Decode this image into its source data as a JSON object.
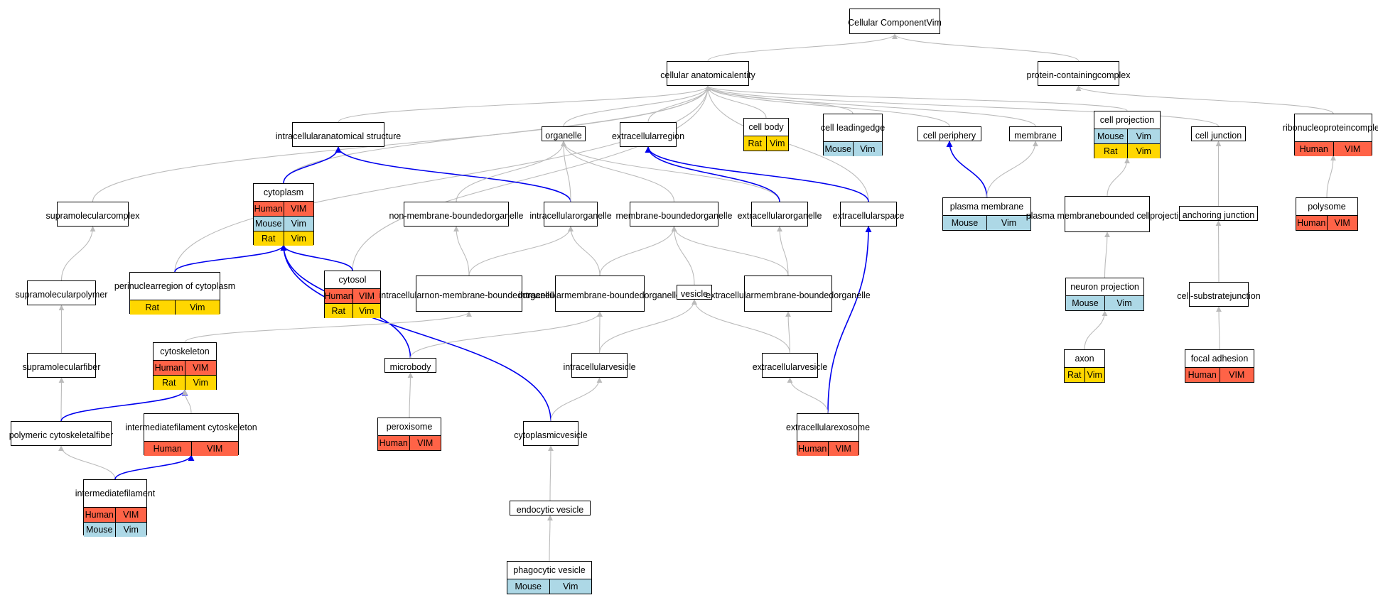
{
  "colors": {
    "human": "#FF6347",
    "mouse": "#ADD8E6",
    "rat": "#FFD700",
    "edge_gray": "#BBBBBB",
    "edge_blue": "#0000EE"
  },
  "nodes": [
    {
      "id": "cc",
      "lines": [
        "Cellular Component",
        "Vim"
      ],
      "annotations": []
    },
    {
      "id": "cae",
      "lines": [
        "cellular anatomical",
        "entity"
      ],
      "annotations": []
    },
    {
      "id": "pcc",
      "lines": [
        "protein-containing",
        "complex"
      ],
      "annotations": []
    },
    {
      "id": "ias",
      "lines": [
        "intracellular",
        "anatomical structure"
      ],
      "annotations": []
    },
    {
      "id": "org",
      "lines": [
        "organelle"
      ],
      "annotations": []
    },
    {
      "id": "exr",
      "lines": [
        "extracellular",
        "region"
      ],
      "annotations": []
    },
    {
      "id": "cb",
      "lines": [
        "cell body"
      ],
      "annotations": [
        {
          "species": "Rat",
          "gene": "Vim",
          "color": "rat"
        }
      ]
    },
    {
      "id": "cle",
      "lines": [
        "cell leading",
        "edge"
      ],
      "annotations": [
        {
          "species": "Mouse",
          "gene": "Vim",
          "color": "mouse"
        }
      ]
    },
    {
      "id": "cper",
      "lines": [
        "cell periphery"
      ],
      "annotations": []
    },
    {
      "id": "mem",
      "lines": [
        "membrane"
      ],
      "annotations": []
    },
    {
      "id": "cproj",
      "lines": [
        "cell projection"
      ],
      "annotations": [
        {
          "species": "Mouse",
          "gene": "Vim",
          "color": "mouse"
        },
        {
          "species": "Rat",
          "gene": "Vim",
          "color": "rat"
        }
      ]
    },
    {
      "id": "cj",
      "lines": [
        "cell junction"
      ],
      "annotations": []
    },
    {
      "id": "rnp",
      "lines": [
        "ribonucleoprotein",
        "complex"
      ],
      "annotations": [
        {
          "species": "Human",
          "gene": "VIM",
          "color": "human"
        }
      ]
    },
    {
      "id": "cyto",
      "lines": [
        "cytoplasm"
      ],
      "annotations": [
        {
          "species": "Human",
          "gene": "VIM",
          "color": "human"
        },
        {
          "species": "Mouse",
          "gene": "Vim",
          "color": "mouse"
        },
        {
          "species": "Rat",
          "gene": "Vim",
          "color": "rat"
        }
      ]
    },
    {
      "id": "supc",
      "lines": [
        "supramolecular",
        "complex"
      ],
      "annotations": []
    },
    {
      "id": "nmbo",
      "lines": [
        "non-membrane-bounded",
        "organelle"
      ],
      "annotations": []
    },
    {
      "id": "io",
      "lines": [
        "intracellular",
        "organelle"
      ],
      "annotations": []
    },
    {
      "id": "mbo",
      "lines": [
        "membrane-bounded",
        "organelle"
      ],
      "annotations": []
    },
    {
      "id": "eo",
      "lines": [
        "extracellular",
        "organelle"
      ],
      "annotations": []
    },
    {
      "id": "exs",
      "lines": [
        "extracellular",
        "space"
      ],
      "annotations": []
    },
    {
      "id": "pm",
      "lines": [
        "plasma membrane"
      ],
      "annotations": [
        {
          "species": "Mouse",
          "gene": "Vim",
          "color": "mouse"
        }
      ]
    },
    {
      "id": "pmbcp",
      "lines": [
        "plasma membrane",
        "bounded cell",
        "projection"
      ],
      "annotations": []
    },
    {
      "id": "aj",
      "lines": [
        "anchoring junction"
      ],
      "annotations": []
    },
    {
      "id": "poly",
      "lines": [
        "polysome"
      ],
      "annotations": [
        {
          "species": "Human",
          "gene": "VIM",
          "color": "human"
        }
      ]
    },
    {
      "id": "supp",
      "lines": [
        "supramolecular",
        "polymer"
      ],
      "annotations": []
    },
    {
      "id": "prc",
      "lines": [
        "perinuclear",
        "region of cytoplasm"
      ],
      "annotations": [
        {
          "species": "Rat",
          "gene": "Vim",
          "color": "rat"
        }
      ]
    },
    {
      "id": "cytosol",
      "lines": [
        "cytosol"
      ],
      "annotations": [
        {
          "species": "Human",
          "gene": "VIM",
          "color": "human"
        },
        {
          "species": "Rat",
          "gene": "Vim",
          "color": "rat"
        }
      ]
    },
    {
      "id": "inmbo",
      "lines": [
        "intracellular",
        "non-membrane-bounded",
        "organelle"
      ],
      "annotations": []
    },
    {
      "id": "imbo",
      "lines": [
        "intracellular",
        "membrane-bounded",
        "organelle"
      ],
      "annotations": []
    },
    {
      "id": "ves",
      "lines": [
        "vesicle"
      ],
      "annotations": []
    },
    {
      "id": "embo",
      "lines": [
        "extracellular",
        "membrane-bounded",
        "organelle"
      ],
      "annotations": []
    },
    {
      "id": "np",
      "lines": [
        "neuron projection"
      ],
      "annotations": [
        {
          "species": "Mouse",
          "gene": "Vim",
          "color": "mouse"
        }
      ]
    },
    {
      "id": "csj",
      "lines": [
        "cell-substrate",
        "junction"
      ],
      "annotations": []
    },
    {
      "id": "cytosk",
      "lines": [
        "cytoskeleton"
      ],
      "annotations": [
        {
          "species": "Human",
          "gene": "VIM",
          "color": "human"
        },
        {
          "species": "Rat",
          "gene": "Vim",
          "color": "rat"
        }
      ]
    },
    {
      "id": "supf",
      "lines": [
        "supramolecular",
        "fiber"
      ],
      "annotations": []
    },
    {
      "id": "mb",
      "lines": [
        "microbody"
      ],
      "annotations": []
    },
    {
      "id": "iv",
      "lines": [
        "intracellular",
        "vesicle"
      ],
      "annotations": []
    },
    {
      "id": "ev",
      "lines": [
        "extracellular",
        "vesicle"
      ],
      "annotations": []
    },
    {
      "id": "axon",
      "lines": [
        "axon"
      ],
      "annotations": [
        {
          "species": "Rat",
          "gene": "Vim",
          "color": "rat"
        }
      ]
    },
    {
      "id": "fa",
      "lines": [
        "focal adhesion"
      ],
      "annotations": [
        {
          "species": "Human",
          "gene": "VIM",
          "color": "human"
        }
      ]
    },
    {
      "id": "pcf",
      "lines": [
        "polymeric cytoskeletal",
        "fiber"
      ],
      "annotations": []
    },
    {
      "id": "ifc",
      "lines": [
        "intermediate",
        "filament cytoskeleton"
      ],
      "annotations": [
        {
          "species": "Human",
          "gene": "VIM",
          "color": "human"
        }
      ]
    },
    {
      "id": "perox",
      "lines": [
        "peroxisome"
      ],
      "annotations": [
        {
          "species": "Human",
          "gene": "VIM",
          "color": "human"
        }
      ]
    },
    {
      "id": "cv",
      "lines": [
        "cytoplasmic",
        "vesicle"
      ],
      "annotations": []
    },
    {
      "id": "exo",
      "lines": [
        "extracellular",
        "exosome"
      ],
      "annotations": [
        {
          "species": "Human",
          "gene": "VIM",
          "color": "human"
        }
      ]
    },
    {
      "id": "if",
      "lines": [
        "intermediate",
        "filament"
      ],
      "annotations": [
        {
          "species": "Human",
          "gene": "VIM",
          "color": "human"
        },
        {
          "species": "Mouse",
          "gene": "Vim",
          "color": "mouse"
        }
      ]
    },
    {
      "id": "endo",
      "lines": [
        "endocytic vesicle"
      ],
      "annotations": []
    },
    {
      "id": "phago",
      "lines": [
        "phagocytic vesicle"
      ],
      "annotations": [
        {
          "species": "Mouse",
          "gene": "Vim",
          "color": "mouse"
        }
      ]
    }
  ],
  "edges": [
    {
      "from": "cae",
      "to": "cc",
      "kind": "is_a"
    },
    {
      "from": "pcc",
      "to": "cc",
      "kind": "is_a"
    },
    {
      "from": "ias",
      "to": "cae",
      "kind": "is_a"
    },
    {
      "from": "org",
      "to": "cae",
      "kind": "is_a"
    },
    {
      "from": "exr",
      "to": "cae",
      "kind": "is_a"
    },
    {
      "from": "cb",
      "to": "cae",
      "kind": "is_a"
    },
    {
      "from": "cle",
      "to": "cae",
      "kind": "is_a"
    },
    {
      "from": "cper",
      "to": "cae",
      "kind": "is_a"
    },
    {
      "from": "mem",
      "to": "cae",
      "kind": "is_a"
    },
    {
      "from": "cproj",
      "to": "cae",
      "kind": "is_a"
    },
    {
      "from": "cj",
      "to": "cae",
      "kind": "is_a"
    },
    {
      "from": "cyto",
      "to": "cae",
      "kind": "is_a"
    },
    {
      "from": "supc",
      "to": "cae",
      "kind": "is_a"
    },
    {
      "from": "prc",
      "to": "cae",
      "kind": "is_a"
    },
    {
      "from": "cytosol",
      "to": "cae",
      "kind": "is_a"
    },
    {
      "from": "exs",
      "to": "cae",
      "kind": "is_a"
    },
    {
      "from": "rnp",
      "to": "pcc",
      "kind": "is_a"
    },
    {
      "from": "cyto",
      "to": "ias",
      "kind": "part_of"
    },
    {
      "from": "io",
      "to": "ias",
      "kind": "part_of"
    },
    {
      "from": "nmbo",
      "to": "org",
      "kind": "is_a"
    },
    {
      "from": "io",
      "to": "org",
      "kind": "is_a"
    },
    {
      "from": "mbo",
      "to": "org",
      "kind": "is_a"
    },
    {
      "from": "eo",
      "to": "org",
      "kind": "is_a"
    },
    {
      "from": "eo",
      "to": "exr",
      "kind": "part_of"
    },
    {
      "from": "exs",
      "to": "exr",
      "kind": "part_of"
    },
    {
      "from": "pm",
      "to": "cper",
      "kind": "part_of"
    },
    {
      "from": "pm",
      "to": "mem",
      "kind": "is_a"
    },
    {
      "from": "pmbcp",
      "to": "cproj",
      "kind": "is_a"
    },
    {
      "from": "aj",
      "to": "cj",
      "kind": "is_a"
    },
    {
      "from": "poly",
      "to": "rnp",
      "kind": "is_a"
    },
    {
      "from": "supp",
      "to": "supc",
      "kind": "is_a"
    },
    {
      "from": "prc",
      "to": "cyto",
      "kind": "part_of"
    },
    {
      "from": "cytosol",
      "to": "cyto",
      "kind": "part_of"
    },
    {
      "from": "mb",
      "to": "cyto",
      "kind": "part_of"
    },
    {
      "from": "cv",
      "to": "cyto",
      "kind": "part_of"
    },
    {
      "from": "inmbo",
      "to": "nmbo",
      "kind": "is_a"
    },
    {
      "from": "inmbo",
      "to": "io",
      "kind": "is_a"
    },
    {
      "from": "imbo",
      "to": "io",
      "kind": "is_a"
    },
    {
      "from": "imbo",
      "to": "mbo",
      "kind": "is_a"
    },
    {
      "from": "ves",
      "to": "mbo",
      "kind": "is_a"
    },
    {
      "from": "embo",
      "to": "mbo",
      "kind": "is_a"
    },
    {
      "from": "embo",
      "to": "eo",
      "kind": "is_a"
    },
    {
      "from": "exo",
      "to": "exs",
      "kind": "part_of"
    },
    {
      "from": "np",
      "to": "pmbcp",
      "kind": "is_a"
    },
    {
      "from": "csj",
      "to": "aj",
      "kind": "is_a"
    },
    {
      "from": "supf",
      "to": "supp",
      "kind": "is_a"
    },
    {
      "from": "cytosk",
      "to": "inmbo",
      "kind": "is_a"
    },
    {
      "from": "mb",
      "to": "imbo",
      "kind": "is_a"
    },
    {
      "from": "iv",
      "to": "imbo",
      "kind": "is_a"
    },
    {
      "from": "iv",
      "to": "ves",
      "kind": "is_a"
    },
    {
      "from": "ev",
      "to": "ves",
      "kind": "is_a"
    },
    {
      "from": "ev",
      "to": "embo",
      "kind": "is_a"
    },
    {
      "from": "axon",
      "to": "np",
      "kind": "is_a"
    },
    {
      "from": "fa",
      "to": "csj",
      "kind": "is_a"
    },
    {
      "from": "pcf",
      "to": "supf",
      "kind": "is_a"
    },
    {
      "from": "pcf",
      "to": "cytosk",
      "kind": "part_of"
    },
    {
      "from": "ifc",
      "to": "cytosk",
      "kind": "is_a"
    },
    {
      "from": "perox",
      "to": "mb",
      "kind": "is_a"
    },
    {
      "from": "cv",
      "to": "iv",
      "kind": "is_a"
    },
    {
      "from": "exo",
      "to": "ev",
      "kind": "is_a"
    },
    {
      "from": "if",
      "to": "pcf",
      "kind": "is_a"
    },
    {
      "from": "if",
      "to": "ifc",
      "kind": "part_of"
    },
    {
      "from": "endo",
      "to": "cv",
      "kind": "is_a"
    },
    {
      "from": "phago",
      "to": "endo",
      "kind": "is_a"
    }
  ]
}
